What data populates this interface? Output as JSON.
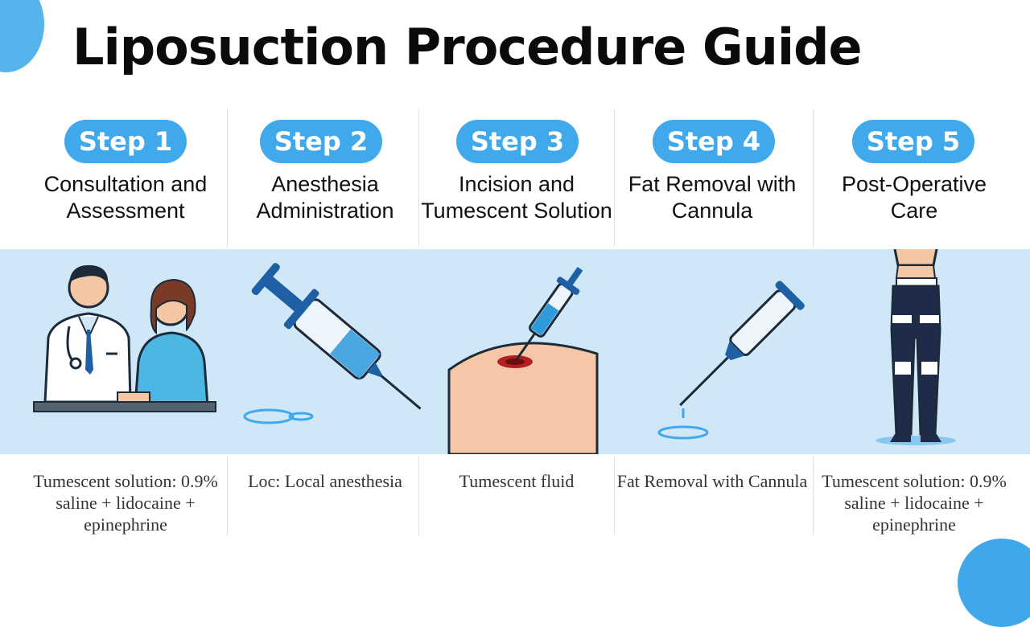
{
  "title": "Liposuction Procedure Guide",
  "steps": [
    {
      "badge": "Step 1",
      "title": "Consultation and Assessment",
      "note": "Tumescent solution: 0.9% saline + lidocaine + epinephrine"
    },
    {
      "badge": "Step 2",
      "title": "Anesthesia Administration",
      "note": "Loc: Local anesthesia"
    },
    {
      "badge": "Step 3",
      "title": "Incision and Tumescent Solution",
      "note": "Tumescent fluid"
    },
    {
      "badge": "Step 4",
      "title": "Fat Removal with Cannula",
      "note": "Fat Removal with Cannula"
    },
    {
      "badge": "Step 5",
      "title": "Post-Operative Care",
      "note": "Tumescent solution: 0.9% saline + lidocaine + epinephrine"
    }
  ],
  "colors": {
    "accent": "#3fa9ec",
    "band": "#cfe7f6",
    "skin": "#f6c7a6"
  },
  "icons": [
    "doctor-patient-icon",
    "syringe-icon",
    "incision-icon",
    "cannula-icon",
    "compression-garment-icon"
  ]
}
